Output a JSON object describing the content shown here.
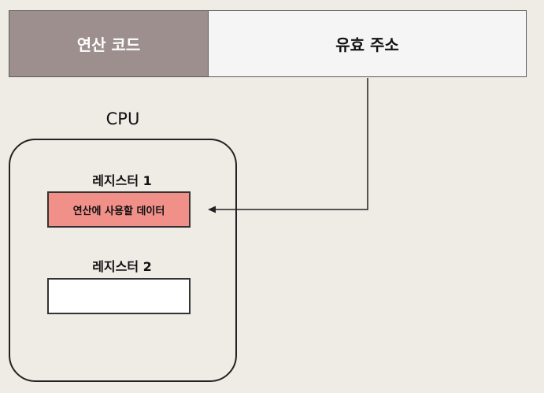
{
  "instruction": {
    "opcode_label": "연산 코드",
    "address_label": "유효 주소",
    "colors": {
      "opcode_fill": "#9c8f8d",
      "address_fill": "#f5f5f5"
    }
  },
  "cpu": {
    "title": "CPU",
    "registers": [
      {
        "label": "레지스터 1",
        "content": "연산에 사용할 데이터",
        "fill": "#f09089"
      },
      {
        "label": "레지스터 2",
        "content": "",
        "fill": "#ffffff"
      }
    ]
  },
  "arrow": {
    "from": "address_label",
    "to": "registers.0",
    "icon": "arrowhead-left"
  }
}
